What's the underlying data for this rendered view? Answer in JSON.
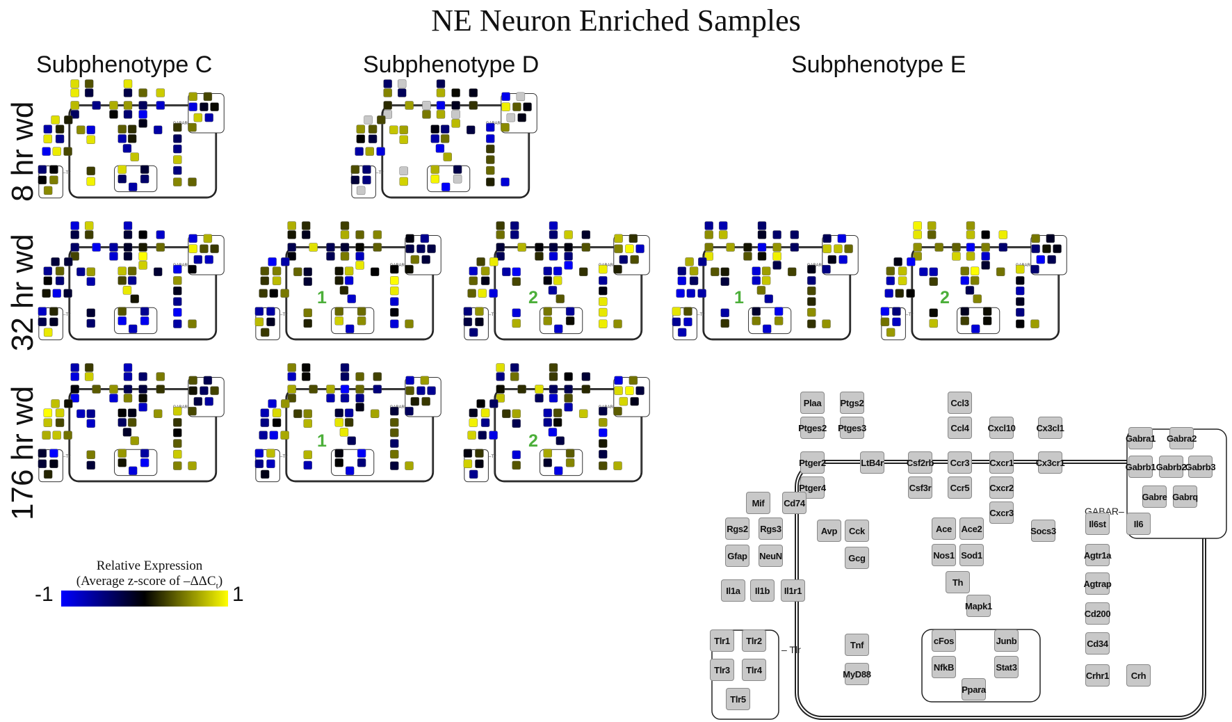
{
  "title": "NE Neuron Enriched Samples",
  "columns": [
    "Subphenotype C",
    "Subphenotype D",
    "Subphenotype E"
  ],
  "rows": [
    "8 hr wd",
    "32 hr wd",
    "176 hr wd"
  ],
  "legend": {
    "title_line1": "Relative Expression",
    "title_line2": "(Average z-score of –ΔΔC",
    "title_sub": "t",
    "title_end": ")",
    "min_label": "-1",
    "max_label": "1",
    "colors": {
      "low": "#0000ff",
      "mid": "#000000",
      "high": "#ffff00",
      "missing": "#c8c8c8"
    }
  },
  "labels": {
    "tlr": "–Tlr",
    "gabar": "GABAR–",
    "tlr_small": "– Tlr",
    "gabar_small": "GABAR-"
  },
  "panels": [
    {
      "id": "C-8",
      "seed": 3,
      "label": ""
    },
    {
      "id": "D-8",
      "seed": 11,
      "label": ""
    },
    {
      "id": "C-32",
      "seed": 17,
      "label": ""
    },
    {
      "id": "D1-32",
      "seed": 23,
      "label": "1"
    },
    {
      "id": "D2-32",
      "seed": 29,
      "label": "2"
    },
    {
      "id": "E1-32",
      "seed": 31,
      "label": "1"
    },
    {
      "id": "E2-32",
      "seed": 37,
      "label": "2"
    },
    {
      "id": "C-176",
      "seed": 41,
      "label": ""
    },
    {
      "id": "D1-176",
      "seed": 43,
      "label": "1"
    },
    {
      "id": "D2-176",
      "seed": 47,
      "label": "2"
    }
  ],
  "genes": [
    {
      "name": "Plaa"
    },
    {
      "name": "Ptgs2"
    },
    {
      "name": "Ptges2"
    },
    {
      "name": "Ptges3"
    },
    {
      "name": "Ccl3"
    },
    {
      "name": "Ccl4"
    },
    {
      "name": "Cxcl10"
    },
    {
      "name": "Cx3cl1"
    },
    {
      "name": "Ptger2"
    },
    {
      "name": "LtB4r"
    },
    {
      "name": "Csf2rb"
    },
    {
      "name": "Ccr3"
    },
    {
      "name": "Cxcr1"
    },
    {
      "name": "Cx3cr1"
    },
    {
      "name": "Csf3r"
    },
    {
      "name": "Ccr5"
    },
    {
      "name": "Cxcr2"
    },
    {
      "name": "Ptger4"
    },
    {
      "name": "Cxcr3"
    },
    {
      "name": "Mif"
    },
    {
      "name": "Cd74"
    },
    {
      "name": "Socs3"
    },
    {
      "name": "Rgs2"
    },
    {
      "name": "Rgs3"
    },
    {
      "name": "Avp"
    },
    {
      "name": "Cck"
    },
    {
      "name": "Ace"
    },
    {
      "name": "Ace2"
    },
    {
      "name": "Gfap"
    },
    {
      "name": "NeuN"
    },
    {
      "name": "Gcg"
    },
    {
      "name": "Nos1"
    },
    {
      "name": "Sod1"
    },
    {
      "name": "Th"
    },
    {
      "name": "Il1a"
    },
    {
      "name": "Il1b"
    },
    {
      "name": "Il1r1"
    },
    {
      "name": "Mapk1"
    },
    {
      "name": "Gabra1"
    },
    {
      "name": "Gabra2"
    },
    {
      "name": "Gabrb1"
    },
    {
      "name": "Gabrb2"
    },
    {
      "name": "Gabrb3"
    },
    {
      "name": "Gabre"
    },
    {
      "name": "Gabrq"
    },
    {
      "name": "Il6st"
    },
    {
      "name": "Il6"
    },
    {
      "name": "Agtr1a"
    },
    {
      "name": "Agtrap"
    },
    {
      "name": "Cd200"
    },
    {
      "name": "Cd34"
    },
    {
      "name": "Crhr1"
    },
    {
      "name": "Crh"
    },
    {
      "name": "Tlr1"
    },
    {
      "name": "Tlr2"
    },
    {
      "name": "Tlr3"
    },
    {
      "name": "Tlr4"
    },
    {
      "name": "Tlr5"
    },
    {
      "name": "Tnf"
    },
    {
      "name": "MyD88"
    },
    {
      "name": "cFos"
    },
    {
      "name": "Junb"
    },
    {
      "name": "NfkB"
    },
    {
      "name": "Stat3"
    },
    {
      "name": "Ppara"
    }
  ]
}
